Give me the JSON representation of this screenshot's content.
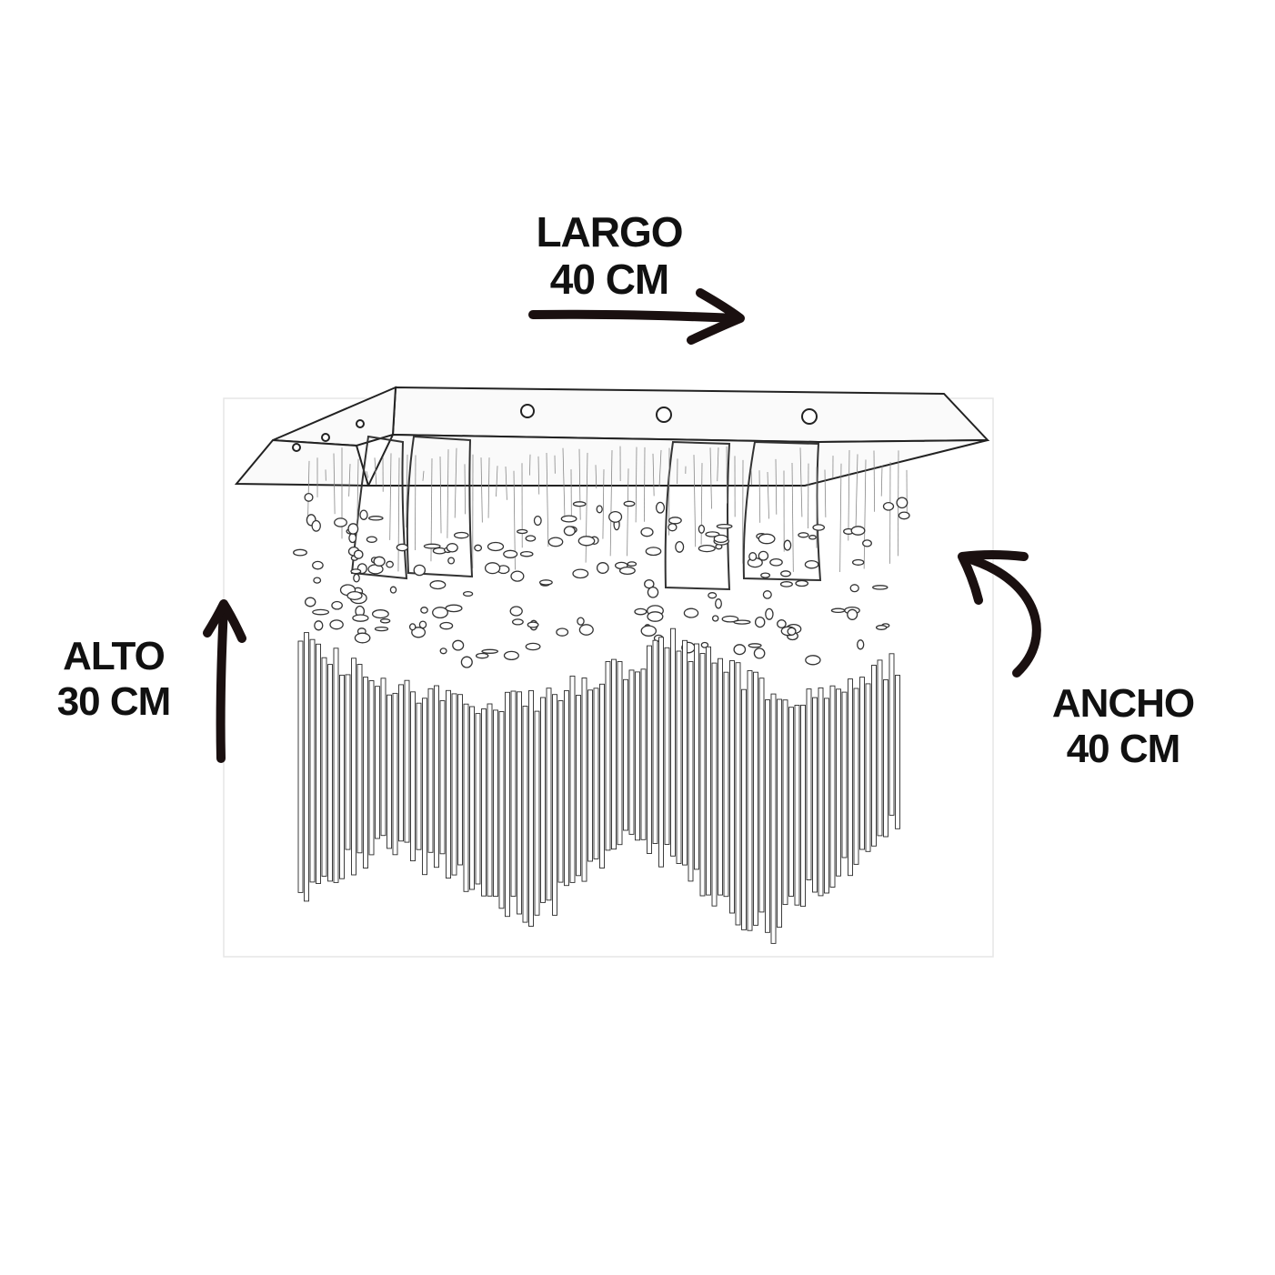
{
  "dimensions": {
    "largo": {
      "label": "LARGO",
      "value": "40 CM"
    },
    "alto": {
      "label": "ALTO",
      "value": "30 CM"
    },
    "ancho": {
      "label": "ANCHO",
      "value": "40 CM"
    }
  },
  "colors": {
    "ink": "#1a1010",
    "line": "#222222",
    "background": "#ffffff"
  },
  "icons": [
    "arrow-right-icon",
    "arrow-up-icon",
    "curved-arrow-icon"
  ]
}
